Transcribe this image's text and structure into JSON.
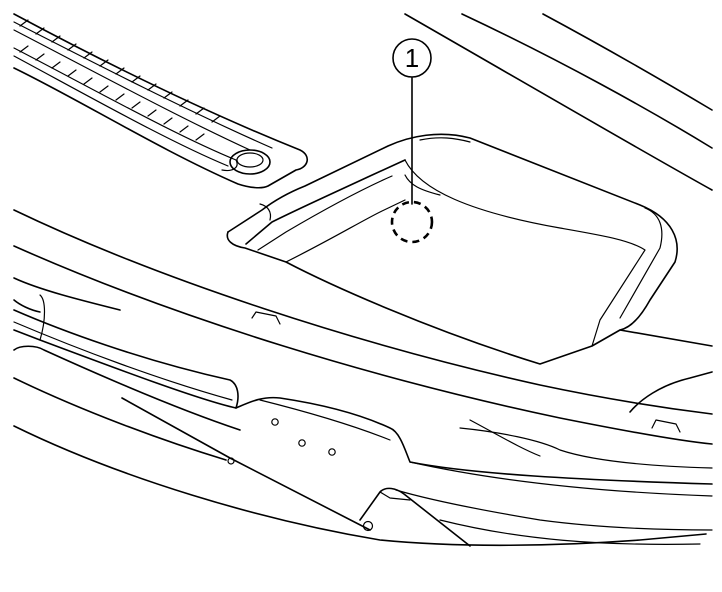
{
  "callouts": [
    {
      "number": "1"
    }
  ],
  "colors": {
    "line": "#000000",
    "background": "#ffffff"
  },
  "icons": {
    "callout_marker": "circled-number",
    "location_marker": "dashed-circle"
  }
}
